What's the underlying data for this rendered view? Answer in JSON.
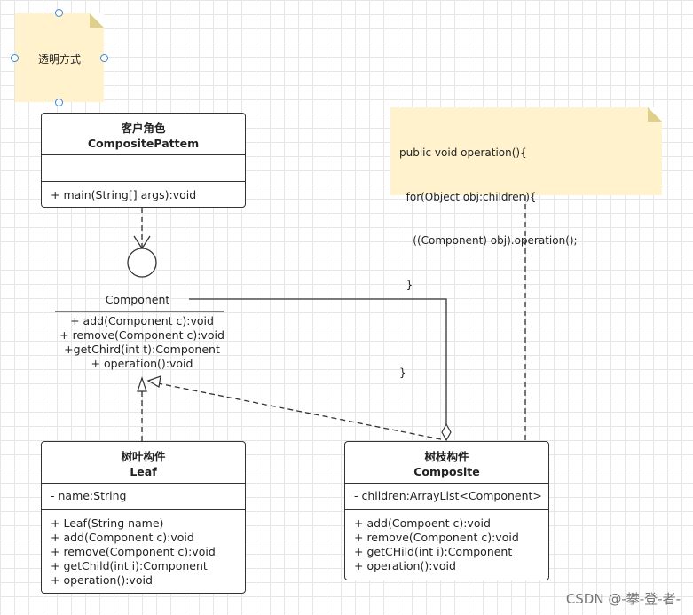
{
  "note_transparent": {
    "text": "透明方式"
  },
  "note_code": {
    "lines": [
      "public void operation(){",
      "  for(Object obj:children){",
      "    ((Component) obj).operation();",
      "  }",
      "",
      "}"
    ]
  },
  "client": {
    "title_cn": "客户角色",
    "title_en": "CompositePattem",
    "methods": [
      "+ main(String[] args):void"
    ]
  },
  "component": {
    "name": "Component",
    "methods": [
      "+ add(Component c):void",
      "+ remove(Component c):void",
      "+getChird(int t):Component",
      "+ operation():void"
    ]
  },
  "leaf": {
    "title_cn": "树叶构件",
    "title_en": "Leaf",
    "attributes": [
      "- name:String"
    ],
    "methods": [
      "+ Leaf(String name)",
      "+ add(Component c):void",
      "+ remove(Component c):void",
      "+ getChild(int i):Component",
      "+ operation():void"
    ]
  },
  "composite": {
    "title_cn": "树枝构件",
    "title_en": "Composite",
    "attributes": [
      "- children:ArrayList<Component>"
    ],
    "methods": [
      "+ add(Compoent c):void",
      "+ remove(Component c):void",
      "+ getCHild(int i):Component",
      "+ operation():void"
    ]
  },
  "watermark": "CSDN @-攀-登-者-"
}
